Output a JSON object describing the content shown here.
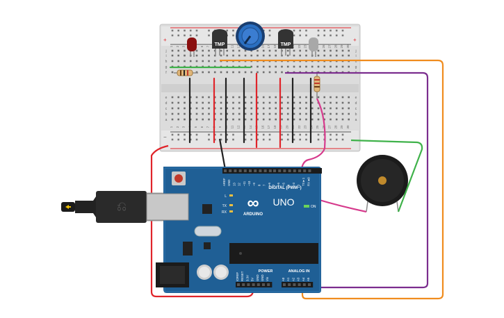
{
  "breadboard": {
    "rail_plus": "+",
    "rail_minus": "−",
    "row_letters_top": [
      "j",
      "i",
      "h",
      "g",
      "f"
    ],
    "row_letters_bottom": [
      "e",
      "d",
      "c",
      "b",
      "a"
    ],
    "column_numbers": [
      "1",
      "2",
      "3",
      "4",
      "5",
      "6",
      "7",
      "8",
      "9",
      "10",
      "11",
      "12",
      "13",
      "14",
      "15",
      "16",
      "17",
      "18",
      "19",
      "20",
      "21",
      "22",
      "23",
      "24",
      "25",
      "26",
      "27",
      "28",
      "29",
      "30"
    ]
  },
  "sensors": {
    "left_label": "TMP",
    "right_label": "TMP"
  },
  "arduino": {
    "model": "UNO",
    "brand": "ARDUINO",
    "logo_symbol": "∞",
    "digital_header_label": "DIGITAL (PWM~)",
    "power_header_label": "POWER",
    "analog_header_label": "ANALOG IN",
    "led_l": "L",
    "led_tx": "TX",
    "led_rx": "RX",
    "on_label": "ON",
    "digital_pins": [
      "AREF",
      "GND",
      "13",
      "12",
      "~11",
      "~10",
      "~9",
      "8",
      "7",
      "~6",
      "~5",
      "4",
      "~3",
      "2",
      "TX►1",
      "RX◄0"
    ],
    "power_pins": [
      "IOREF",
      "RESET",
      "3.3V",
      "5V",
      "GND",
      "GND",
      "Vin"
    ],
    "analog_pins": [
      "A0",
      "A1",
      "A2",
      "A3",
      "A4",
      "A5"
    ]
  },
  "colors": {
    "board_blue": "#1f5f95",
    "wire_red": "#e0242a",
    "wire_black": "#222222",
    "wire_orange": "#f08c1e",
    "wire_purple": "#7b2d8e",
    "wire_magenta": "#d63a8c",
    "wire_green": "#3fb24a",
    "pot_blue": "#2a6fc1"
  }
}
